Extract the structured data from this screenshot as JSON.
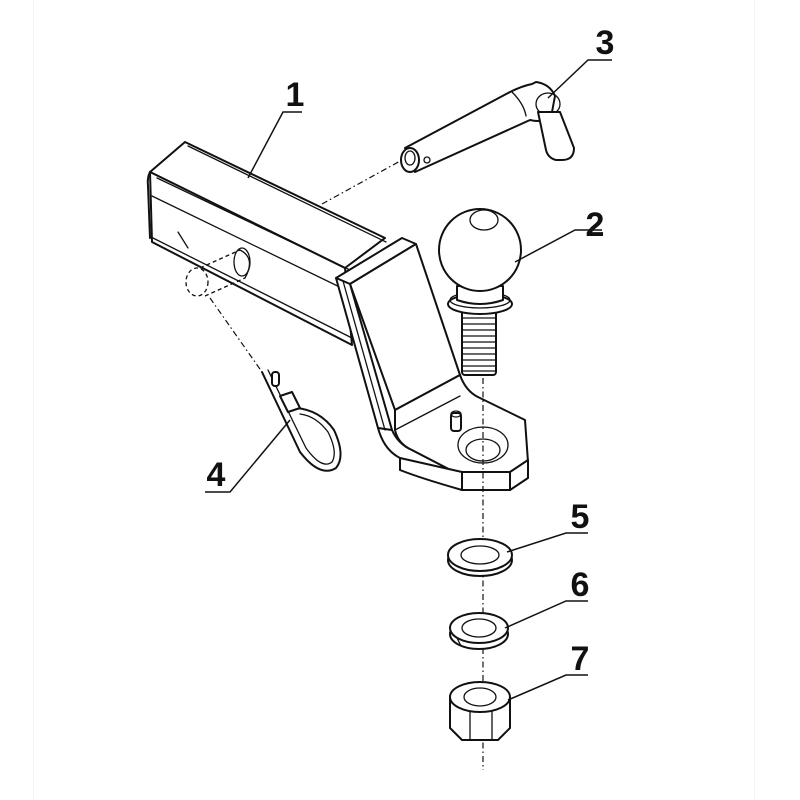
{
  "diagram": {
    "type": "exploded-parts-diagram",
    "subject": "trailer hitch ball mount assembly",
    "colors": {
      "background": "#ffffff",
      "line": "#111111"
    },
    "callouts": [
      {
        "number": "1",
        "part": "ball mount shank (square tube with drop bracket)"
      },
      {
        "number": "2",
        "part": "hitch ball"
      },
      {
        "number": "3",
        "part": "hitch pin (L-shaped)"
      },
      {
        "number": "4",
        "part": "hitch pin clip"
      },
      {
        "number": "5",
        "part": "flat washer"
      },
      {
        "number": "6",
        "part": "lock washer"
      },
      {
        "number": "7",
        "part": "hex nut"
      }
    ]
  }
}
